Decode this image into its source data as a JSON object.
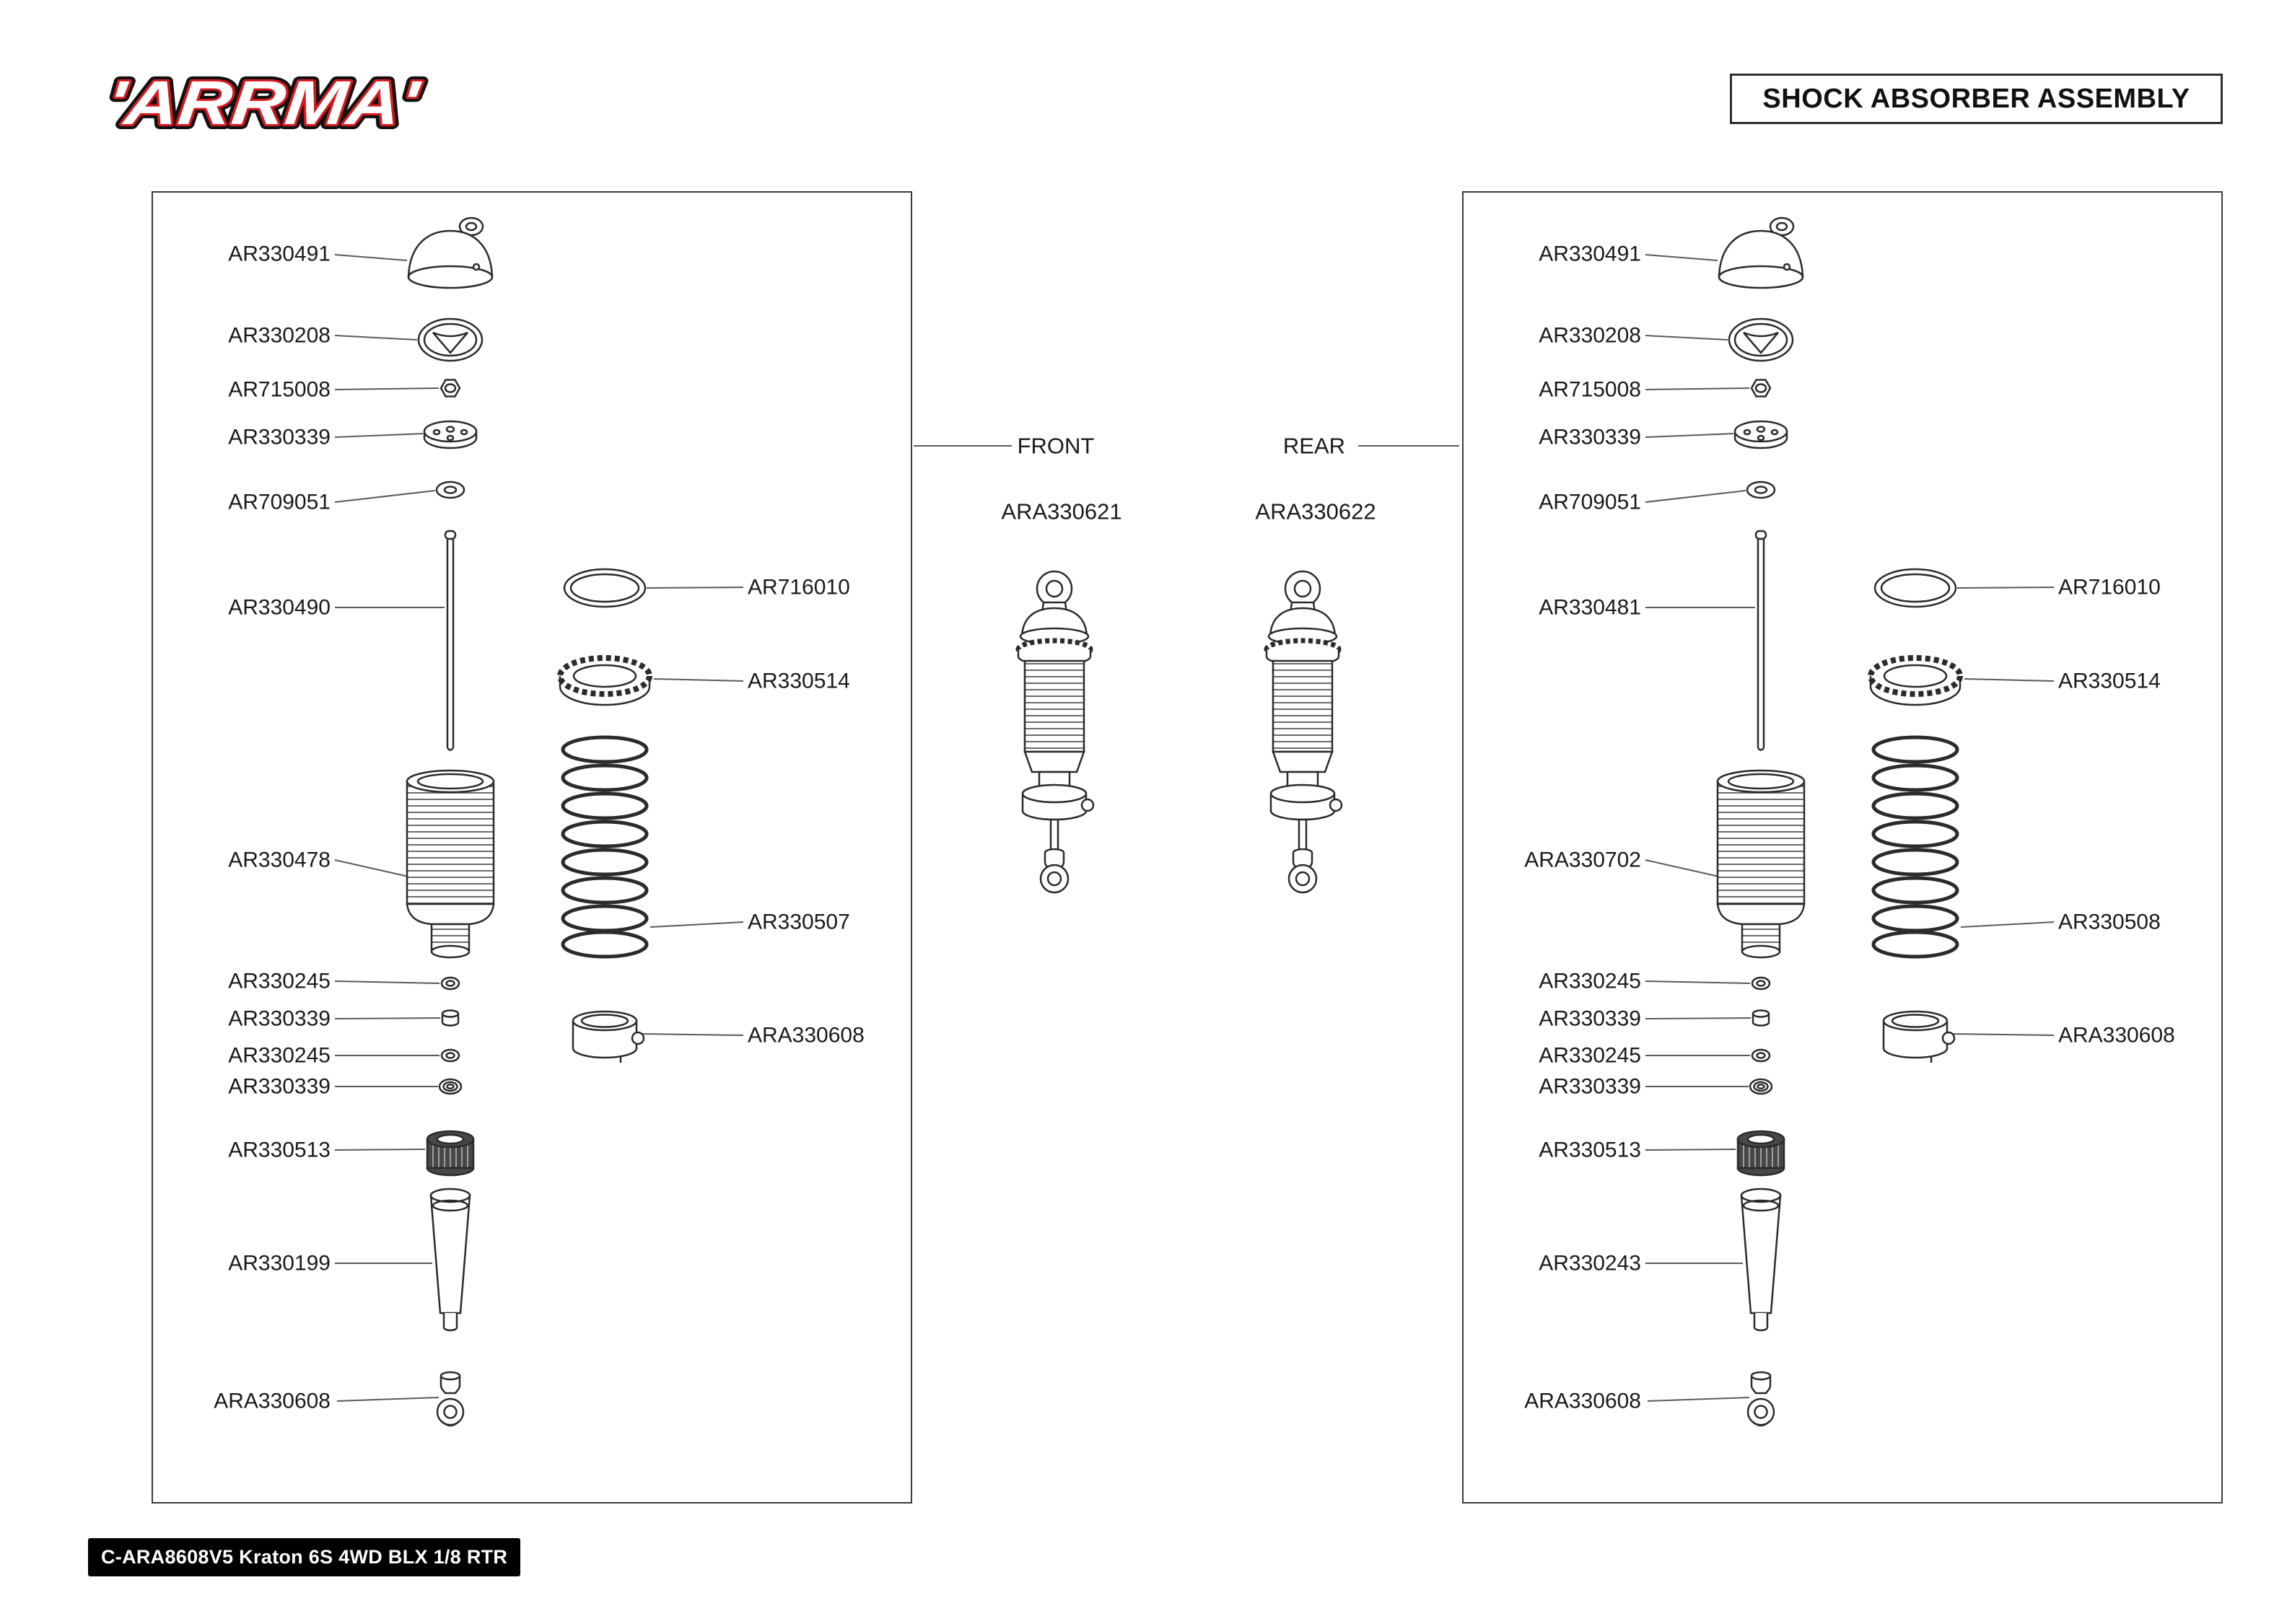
{
  "header": {
    "logo_text": "'ARRMA'",
    "title": "SHOCK ABSORBER ASSEMBLY"
  },
  "center": {
    "front_label": "FRONT",
    "front_part": "ARA330621",
    "rear_label": "REAR",
    "rear_part": "ARA330622"
  },
  "panels": {
    "left": {
      "cap": "AR330491",
      "membrane": "AR330208",
      "nut": "AR715008",
      "piston": "AR330339",
      "piston_washer": "AR709051",
      "shaft": "AR330490",
      "oring_large": "AR716010",
      "adjuster_ring": "AR330514",
      "body": "AR330478",
      "spring": "AR330507",
      "oring_small_1": "AR330245",
      "spacer": "AR330339",
      "oring_small_2": "AR330245",
      "lower_washer": "AR330339",
      "spring_retainer": "ARA330608",
      "bottom_cap": "AR330513",
      "boot": "AR330199",
      "rod_end": "ARA330608"
    },
    "right": {
      "cap": "AR330491",
      "membrane": "AR330208",
      "nut": "AR715008",
      "piston": "AR330339",
      "piston_washer": "AR709051",
      "shaft": "AR330481",
      "oring_large": "AR716010",
      "adjuster_ring": "AR330514",
      "body": "ARA330702",
      "spring": "AR330508",
      "oring_small_1": "AR330245",
      "spacer": "AR330339",
      "oring_small_2": "AR330245",
      "lower_washer": "AR330339",
      "spring_retainer": "ARA330608",
      "bottom_cap": "AR330513",
      "boot": "AR330243",
      "rod_end": "ARA330608"
    }
  },
  "footer": {
    "badge": "C-ARA8608V5 Kraton 6S 4WD BLX 1/8 RTR"
  }
}
